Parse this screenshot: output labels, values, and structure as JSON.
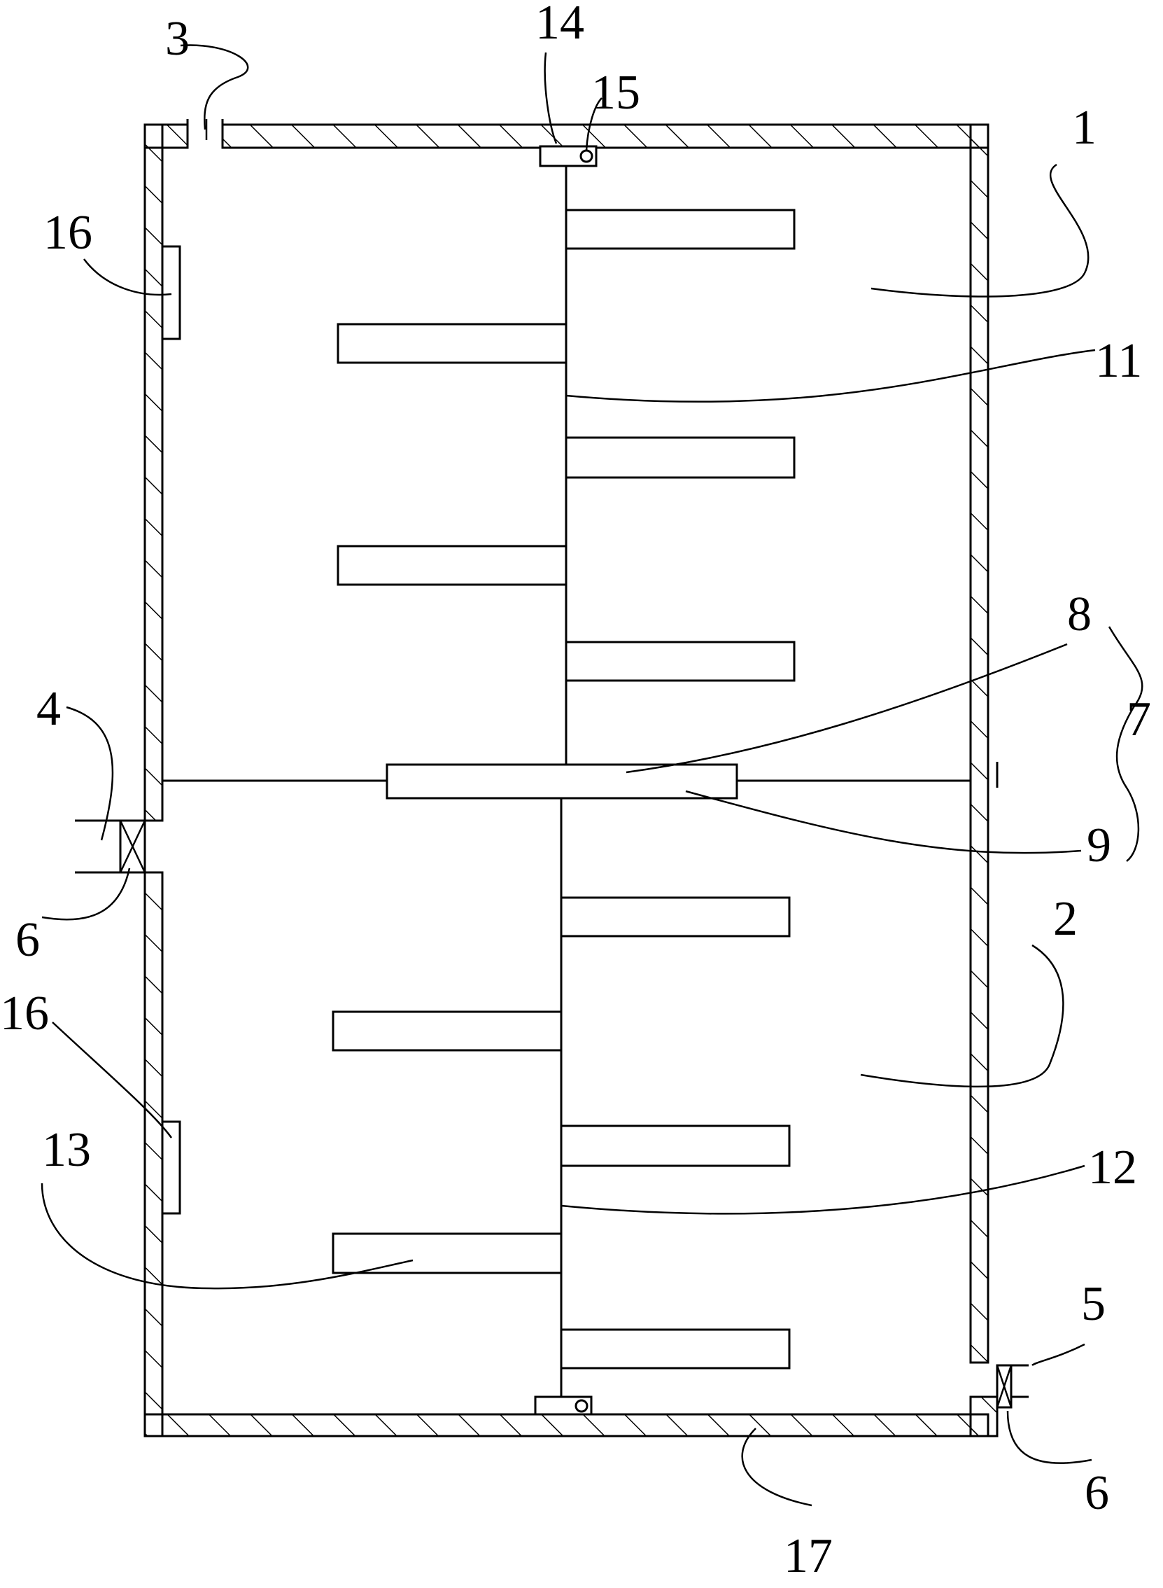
{
  "labels": {
    "l1": "1",
    "l2": "2",
    "l3": "3",
    "l4": "4",
    "l5": "5",
    "l6a": "6",
    "l6b": "6",
    "l7": "7",
    "l8": "8",
    "l9": "9",
    "l11": "11",
    "l12": "12",
    "l13": "13",
    "l14": "14",
    "l15": "15",
    "l16a": "16",
    "l16b": "16",
    "l17": "17"
  }
}
